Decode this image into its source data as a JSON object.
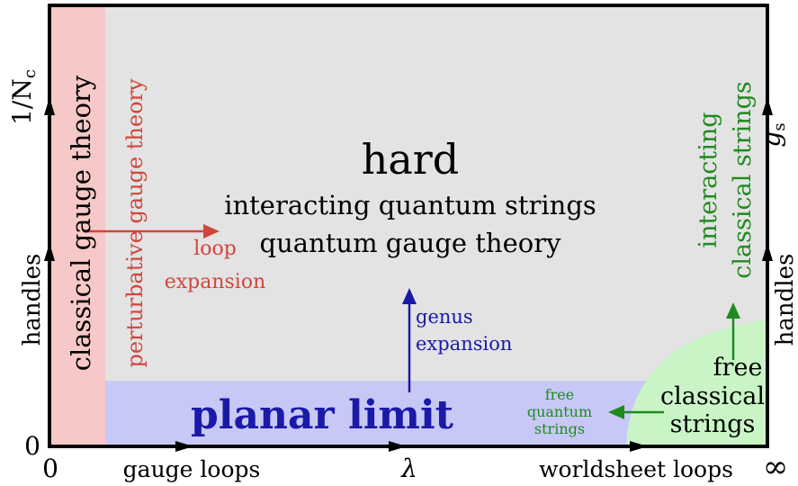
{
  "main": {
    "hard": "hard",
    "line1": "interacting quantum strings",
    "line2": "quantum gauge theory",
    "planar": "planar limit"
  },
  "left_band": {
    "classical": "classical gauge theory",
    "perturbative": "perturbative gauge theory",
    "loop1": "loop",
    "loop2": "expansion"
  },
  "genus": {
    "line1": "genus",
    "line2": "expansion"
  },
  "right_band": {
    "interacting1": "interacting",
    "interacting2": "classical strings",
    "free1": "free",
    "free2": "classical",
    "free3": "strings",
    "fq1": "free",
    "fq2": "quantum",
    "fq3": "strings"
  },
  "axes": {
    "left_top": "1/N",
    "left_top_sub": "c",
    "left_mid": "handles",
    "left_zero": "0",
    "bottom_zero": "0",
    "bottom_gauge": "gauge loops",
    "bottom_lambda": "λ",
    "bottom_world": "worldsheet loops",
    "bottom_inf": "∞",
    "right_top": "g",
    "right_top_sub": "s",
    "right_mid": "handles"
  },
  "colors": {
    "grey_region": "#e3e3e3",
    "red_band": "#f7c8c8",
    "blue_band": "#c8c8f6",
    "green_region": "#c9f5c6",
    "red": "#d2453c",
    "green": "#1f8a1f",
    "blue": "#1a1aa8"
  }
}
